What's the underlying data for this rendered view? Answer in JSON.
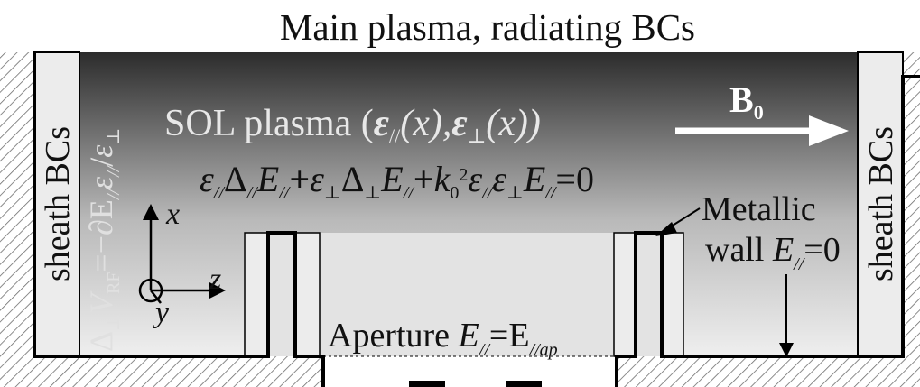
{
  "title": "Main plasma, radiating BCs",
  "sol_label": {
    "prefix": "SOL plasma (",
    "eps": "ε",
    "par": "//",
    "x1": "(x),",
    "perp": "⊥",
    "x2": "(x))"
  },
  "field_label": {
    "B": "B",
    "sub": "0"
  },
  "left_vertical": {
    "text": "sheath BCs"
  },
  "right_vertical": {
    "text": "sheath BCs"
  },
  "rf_condition": {
    "delta": "Δ",
    "perp": "⊥",
    "V": "V",
    "rf": "RF",
    "eq": "=−∂E",
    "par": "//",
    "eps": "ε",
    "slash": "/",
    "perp2": "⊥"
  },
  "equation": {
    "eps": "ε",
    "par": "//",
    "delta": "Δ",
    "E": "E",
    "perp": "⊥",
    "plus": "+",
    "k": "k",
    "zero_sub": "0",
    "sq": "2",
    "eq": "=0"
  },
  "axes": {
    "x": "x",
    "y": "y",
    "z": "z"
  },
  "metallic": {
    "line1": "Metallic",
    "line2a": "wall ",
    "E": "E",
    "par": "//",
    "eq": "=0"
  },
  "aperture": {
    "word": "Aperture ",
    "E": "E",
    "par": "//",
    "eq": "=E",
    "ap": "//ap"
  },
  "colors": {
    "gradient_top": "#2c2c2c",
    "gradient_bottom": "#f0f0f0",
    "lower_region": "#e3e3e3",
    "hatch": "#6d6d6d",
    "light_text": "#e6e6e6",
    "dark_text": "#111111",
    "arrow": "#ffffff"
  }
}
